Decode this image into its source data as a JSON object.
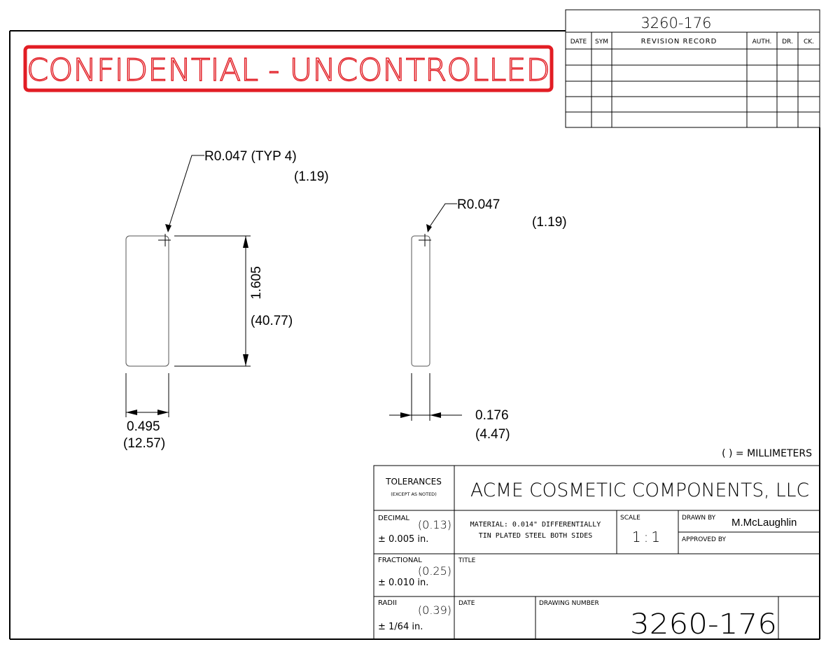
{
  "drawing_number": "3260-176",
  "confidential_banner": {
    "text": "CONFIDENTIAL - UNCONTROLLED",
    "color": "#e21d24"
  },
  "revision_block": {
    "headers": {
      "date": "DATE",
      "sym": "SYM",
      "record": "REVISION RECORD",
      "auth": "AUTH.",
      "dr": "DR.",
      "ck": "CK."
    }
  },
  "view_left": {
    "radius_label": "R0.047 (TYP 4)",
    "radius_mm": "(1.19)",
    "height_in": "1.605",
    "height_mm": "(40.77)",
    "width_in": "0.495",
    "width_mm": "(12.57)"
  },
  "view_right": {
    "radius_label": "R0.047",
    "radius_mm": "(1.19)",
    "thickness_in": "0.176",
    "thickness_mm": "(4.47)"
  },
  "units_note": "( ) = MILLIMETERS",
  "title_block": {
    "tolerances_title": "TOLERANCES",
    "tolerances_sub": "(EXCEPT AS NOTED)",
    "company": "ACME COSMETIC COMPONENTS, LLC",
    "decimal_label": "DECIMAL",
    "decimal_mm": "(0.13)",
    "decimal_in": "± 0.005 in.",
    "fractional_label": "FRACTIONAL",
    "fractional_mm": "(0.25)",
    "fractional_in": "± 0.010 in.",
    "radii_label": "RADII",
    "radii_mm": "(0.39)",
    "radii_in": "± 1/64 in.",
    "material_line1": "MATERIAL: 0.014\" DIFFERENTIALLY",
    "material_line2": "TIN PLATED STEEL BOTH SIDES",
    "scale_label": "SCALE",
    "scale_value": "1:1",
    "drawn_by_label": "DRAWN BY",
    "drawn_by_value": "M.McLaughlin",
    "approved_by_label": "APPROVED BY",
    "title_label": "TITLE",
    "date_label": "DATE",
    "drawing_number_label": "DRAWING NUMBER"
  }
}
